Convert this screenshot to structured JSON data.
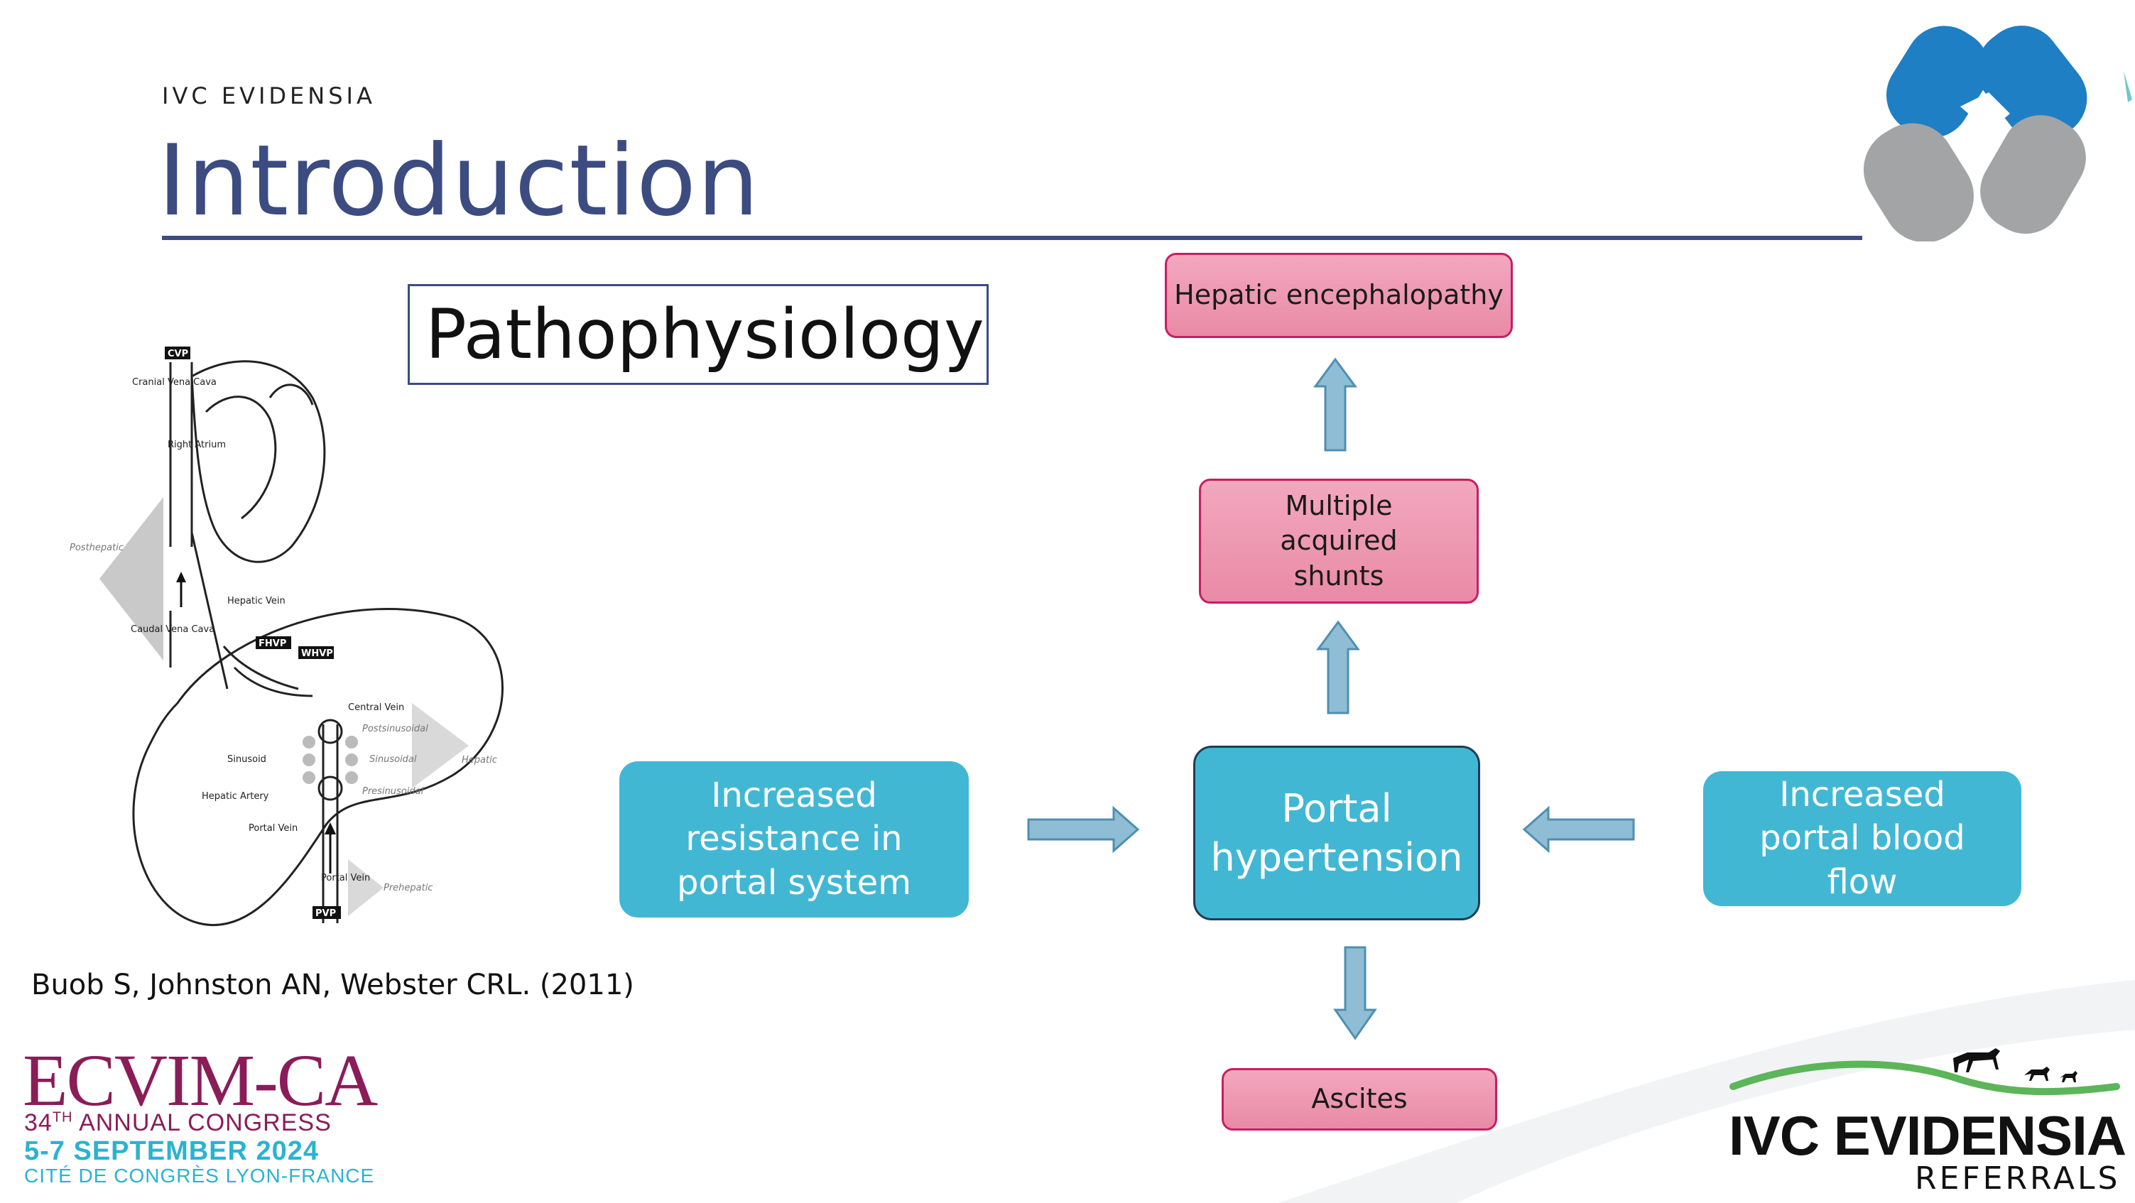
{
  "header": {
    "brand": "IVC EVIDENSIA",
    "title": "Introduction"
  },
  "section_label": "Pathophysiology",
  "flow": {
    "hepatic_encephalopathy": "Hepatic encephalopathy",
    "multiple_acquired_shunts": "Multiple acquired shunts",
    "portal_hypertension": "Portal hypertension",
    "increased_resistance": "Increased resistance in portal system",
    "increased_blood_flow": "Increased portal blood flow",
    "ascites": "Ascites"
  },
  "anatomy_figure": {
    "labels": {
      "cvp": "CVP",
      "cranial_vena_cava": "Cranial Vena Cava",
      "right_atrium": "Right Atrium",
      "posthepatic": "Posthepatic",
      "hepatic_vein": "Hepatic Vein",
      "caudal_vena_cava": "Caudal Vena Cava",
      "fhvp": "FHVP",
      "whvp": "WHVP",
      "central_vein": "Central Vein",
      "postsinusoidal": "Postsinusoidal",
      "sinusoid": "Sinusoid",
      "sinusoidal": "Sinusoidal",
      "hepatic": "Hepatic",
      "hepatic_artery": "Hepatic Artery",
      "presinusoidal": "Presinusoidal",
      "portal_vein": "Portal Vein",
      "portal_vein_lower": "Portal Vein",
      "prehepatic": "Prehepatic",
      "pvp": "PVP"
    }
  },
  "citation": "Buob S, Johnston AN, Webster CRL. (2011)",
  "footer": {
    "ecvim_title": "ECVIM-CA",
    "ecvim_congress_num": "34",
    "ecvim_congress_sup": "TH",
    "ecvim_congress_rest": " ANNUAL CONGRESS",
    "ecvim_dates": "5-7 SEPTEMBER 2024",
    "ecvim_venue": "CITÉ DE CONGRÈS LYON-FRANCE",
    "ivc_brand": "IVC EVIDENSIA",
    "ivc_sub": "REFERRALS"
  },
  "colors": {
    "title": "#3c4c80",
    "pink_fill": "#ec94ae",
    "pink_border": "#c81e62",
    "blue_fill": "#42b7d4",
    "arrow_fill": "#8fbdd6",
    "arrow_stroke": "#4f8fb0",
    "ecvim_magenta": "#8a1c58",
    "ecvim_cyan": "#2ab3d0",
    "ivc_green": "#5db55a"
  }
}
